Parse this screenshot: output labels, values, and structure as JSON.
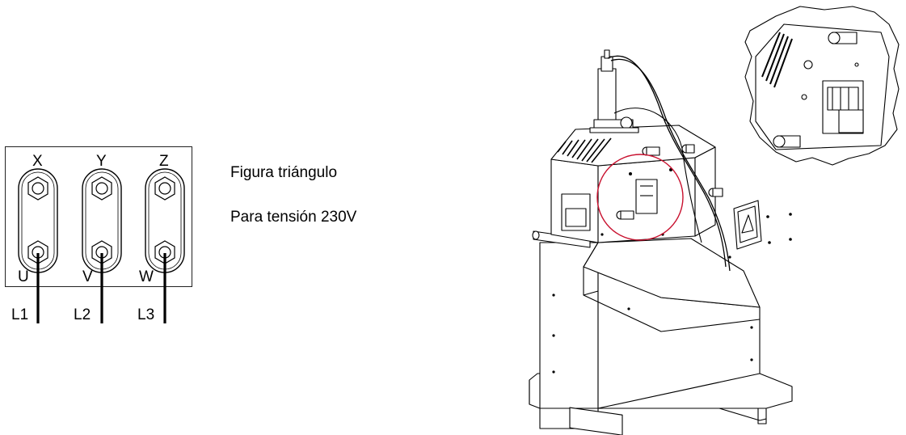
{
  "terminal_diagram": {
    "top_labels": [
      "X",
      "Y",
      "Z"
    ],
    "bottom_labels": [
      "U",
      "V",
      "W"
    ],
    "line_labels": [
      "L1",
      "L2",
      "L3"
    ]
  },
  "captions": {
    "connection_type": "Figura triángulo",
    "voltage": "Para tensión 230V"
  },
  "colors": {
    "highlight_circle": "#c8102e",
    "line_art": "#000000"
  }
}
